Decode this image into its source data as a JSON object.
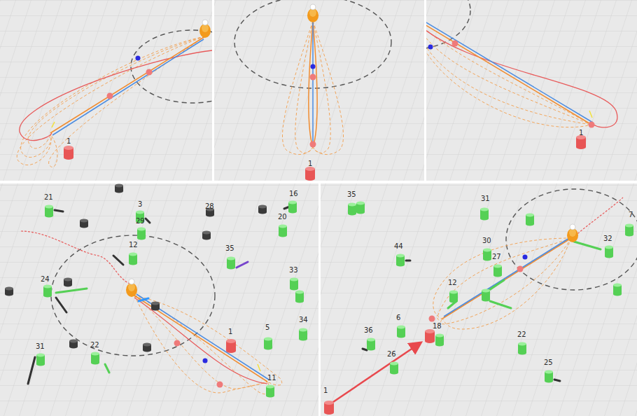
{
  "diagram": {
    "labels": [
      "1",
      "1",
      "1",
      "21",
      "3",
      "29",
      "12",
      "16",
      "28",
      "20",
      "35",
      "33",
      "24",
      "1",
      "5",
      "34",
      "31",
      "22",
      "11",
      "35",
      "31",
      "44",
      "30",
      "27",
      "7",
      "32",
      "12",
      "6",
      "36",
      "18",
      "22",
      "25",
      "26",
      "1"
    ]
  }
}
